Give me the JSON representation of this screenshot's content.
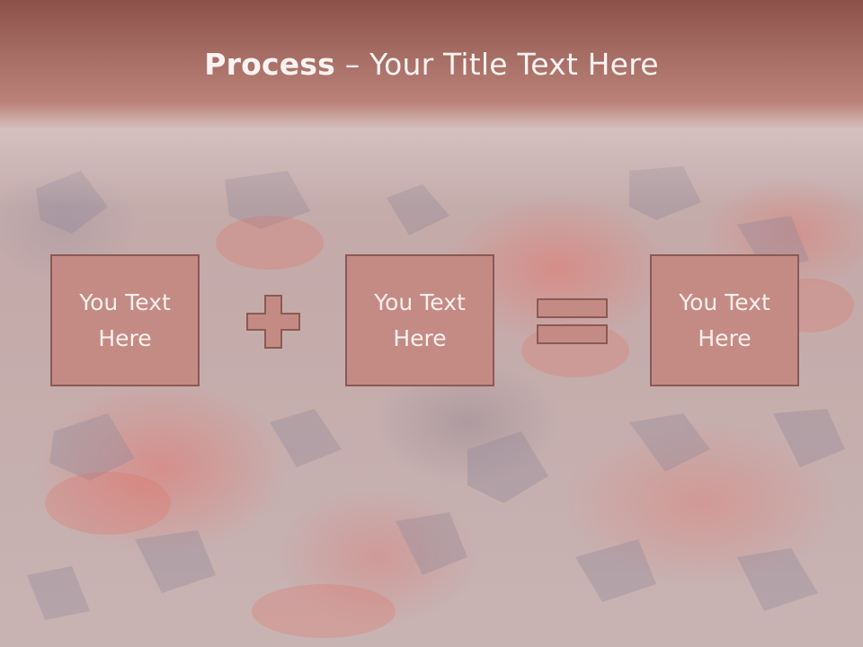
{
  "slide": {
    "title_bold": "Process",
    "title_dash": " – ",
    "title_rest": "Your Title Text Here"
  },
  "diagram": {
    "boxes": [
      {
        "text": "You Text\nHere"
      },
      {
        "text": "You Text\nHere"
      },
      {
        "text": "You Text\nHere"
      }
    ],
    "operators": [
      "plus",
      "equals"
    ]
  },
  "colors": {
    "title_bar": "#a46b62",
    "box_fill": "#c48b84",
    "box_border": "#8a5a55",
    "text": "#fbf0ee"
  },
  "icons": {
    "plus": "plus-icon",
    "equals": "equals-icon"
  }
}
